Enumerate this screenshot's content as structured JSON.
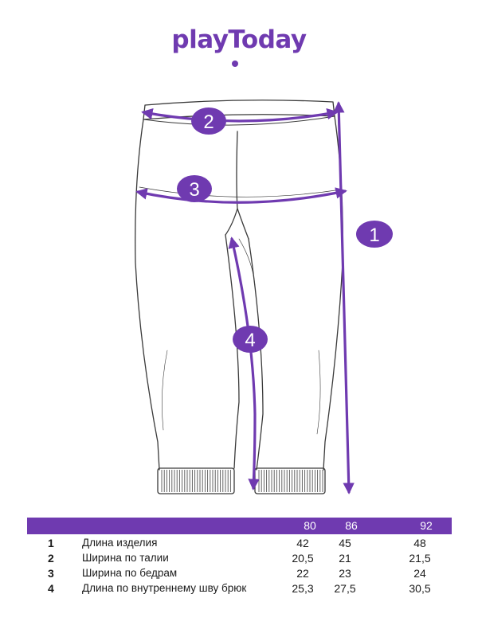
{
  "brand": {
    "name": "playToday",
    "color": "#6f3ab0"
  },
  "drawing": {
    "markers": [
      {
        "label": "1"
      },
      {
        "label": "2"
      },
      {
        "label": "3"
      },
      {
        "label": "4"
      }
    ]
  },
  "table": {
    "sizes": [
      "80",
      "86",
      "92"
    ],
    "rows": [
      {
        "num": "1",
        "label": "Длина изделия",
        "values": [
          "42",
          "45",
          "48"
        ]
      },
      {
        "num": "2",
        "label": "Ширина по талии",
        "values": [
          "20,5",
          "21",
          "21,5"
        ]
      },
      {
        "num": "3",
        "label": "Ширина по бедрам",
        "values": [
          "22",
          "23",
          "24"
        ]
      },
      {
        "num": "4",
        "label": "Длина по внутреннему шву брюк",
        "values": [
          "25,3",
          "27,5",
          "30,5"
        ]
      }
    ]
  }
}
